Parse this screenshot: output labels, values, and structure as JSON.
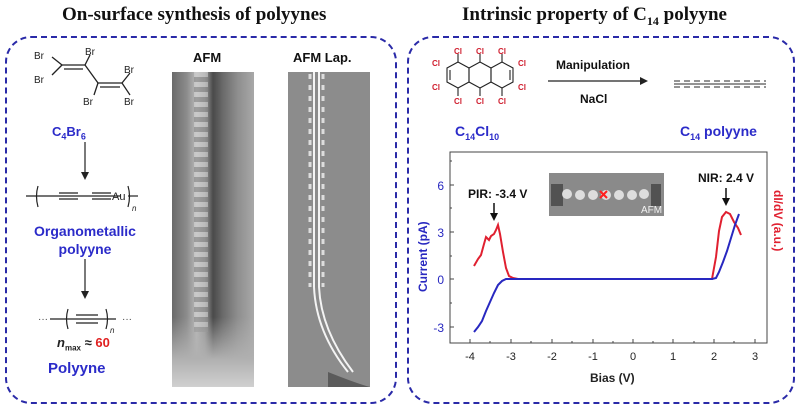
{
  "left_panel": {
    "title": "On-surface synthesis of polyynes",
    "precursor": {
      "formula_main": "C",
      "formula_sub1": "4",
      "formula_mid": "Br",
      "formula_sub2": "6",
      "substituents": [
        "Br",
        "Br",
        "Br",
        "Br",
        "Br",
        "Br"
      ]
    },
    "intermediate": {
      "metal": "Au",
      "repeat_index": "n",
      "label_line1": "Organometallic",
      "label_line2": "polyyne"
    },
    "product": {
      "repeat_index": "n",
      "dots": "···",
      "nmax_symbol": "n",
      "nmax_sub": "max",
      "approx": "≈",
      "nmax_value": "60",
      "label": "Polyyne"
    },
    "images": {
      "afm_label": "AFM",
      "afm_lap_label": "AFM Lap."
    },
    "colors": {
      "accent_blue": "#2b2bc9",
      "highlight_red": "#e02020",
      "border": "#2a2aa8"
    }
  },
  "right_panel": {
    "title_main": "Intrinsic property of C",
    "title_sub": "14",
    "title_end": " polyyne",
    "reactant": {
      "formula_main": "C",
      "formula_sub1": "14",
      "formula_mid": "Cl",
      "formula_sub2": "10",
      "substituent": "Cl"
    },
    "arrow_top": "Manipulation",
    "arrow_bottom": "NaCl",
    "product": {
      "formula_main": "C",
      "formula_sub": "14",
      "formula_end": " polyyne"
    },
    "inset_label": "AFM",
    "annotations": {
      "pir": "PIR: -3.4 V",
      "nir": "NIR: 2.4 V"
    }
  },
  "chart_data": {
    "type": "line",
    "title": "",
    "xlabel": "Bias (V)",
    "ylabel": "Current (pA)",
    "ylabel_right": "dI/dV (a.u.)",
    "xlim": [
      -4.4,
      3.3
    ],
    "ylim": [
      -4.0,
      8.0
    ],
    "x_ticks": [
      -4,
      -3,
      -2,
      -1,
      0,
      1,
      2,
      3
    ],
    "y_ticks": [
      -3,
      0,
      3,
      6
    ],
    "grid": false,
    "legend": "none",
    "annotations": [
      {
        "text": "PIR: -3.4 V",
        "x": -3.4,
        "arrow": true
      },
      {
        "text": "NIR: 2.4 V",
        "x": 2.4,
        "arrow": true
      }
    ],
    "series": [
      {
        "name": "Current",
        "color": "#2828c0",
        "axis": "left",
        "x": [
          -3.9,
          -3.8,
          -3.7,
          -3.6,
          -3.5,
          -3.4,
          -3.3,
          -3.2,
          -3.1,
          -3.0,
          -2.0,
          -1.0,
          0.0,
          1.0,
          2.0,
          2.1,
          2.2,
          2.3,
          2.4,
          2.5,
          2.6,
          2.7
        ],
        "y": [
          -3.4,
          -3.1,
          -2.6,
          -2.0,
          -1.4,
          -0.8,
          -0.3,
          -0.05,
          0.0,
          0.0,
          0.0,
          0.0,
          0.0,
          0.0,
          0.0,
          0.2,
          0.8,
          1.6,
          2.4,
          3.2,
          3.8,
          4.2
        ]
      },
      {
        "name": "dI/dV",
        "color": "#e02030",
        "axis": "right",
        "x": [
          -3.9,
          -3.8,
          -3.75,
          -3.7,
          -3.65,
          -3.6,
          -3.55,
          -3.5,
          -3.45,
          -3.4,
          -3.35,
          -3.3,
          -3.25,
          -3.2,
          -3.1,
          -3.0,
          -2.0,
          -1.0,
          0.0,
          1.0,
          2.0,
          2.1,
          2.2,
          2.3,
          2.4,
          2.5,
          2.6,
          2.7
        ],
        "y": [
          0.8,
          1.5,
          1.7,
          2.2,
          2.9,
          2.7,
          3.1,
          3.2,
          3.4,
          3.5,
          2.6,
          1.2,
          0.4,
          0.1,
          0.0,
          0.0,
          0.0,
          0.0,
          0.0,
          0.0,
          0.0,
          1.5,
          3.2,
          4.1,
          4.3,
          4.0,
          3.4,
          2.9
        ]
      }
    ]
  }
}
